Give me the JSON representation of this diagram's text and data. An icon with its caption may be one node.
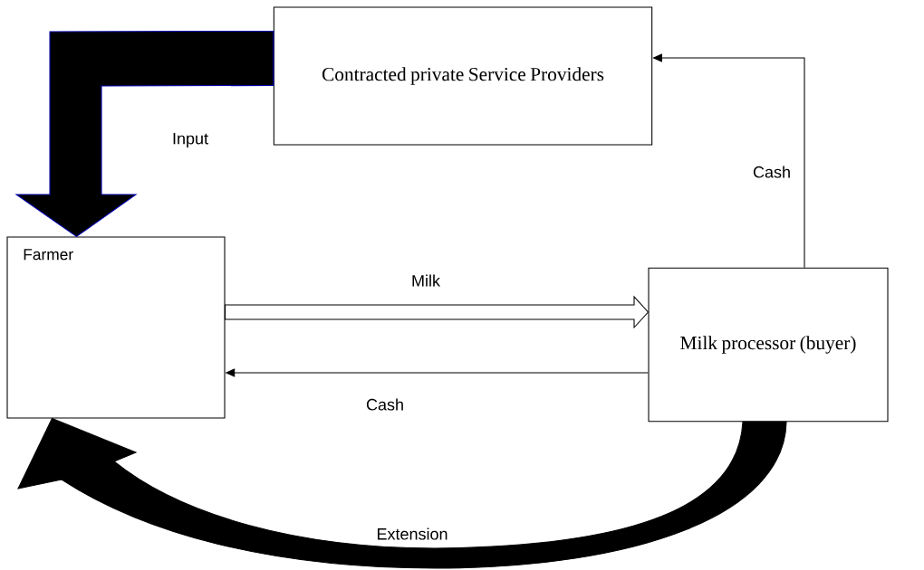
{
  "diagram": {
    "nodes": [
      {
        "text": [
          "Contracted private Service Providers"
        ]
      },
      {
        "text": [
          "Farmer"
        ]
      },
      {
        "text": [
          "Milk processor (buyer)"
        ]
      }
    ],
    "edges": [
      {
        "from": 0,
        "to": 1,
        "arrow": "to",
        "label": "Input",
        "style": "thick"
      },
      {
        "from": 1,
        "to": 2,
        "arrow": "to",
        "label": "Milk"
      },
      {
        "from": 2,
        "to": 1,
        "arrow": "to",
        "label": "Cash"
      },
      {
        "from": 2,
        "to": 0,
        "arrow": "to",
        "label": "Cash"
      },
      {
        "from": 2,
        "to": 1,
        "arrow": "to",
        "label": "Extension",
        "style": "thick"
      }
    ]
  }
}
